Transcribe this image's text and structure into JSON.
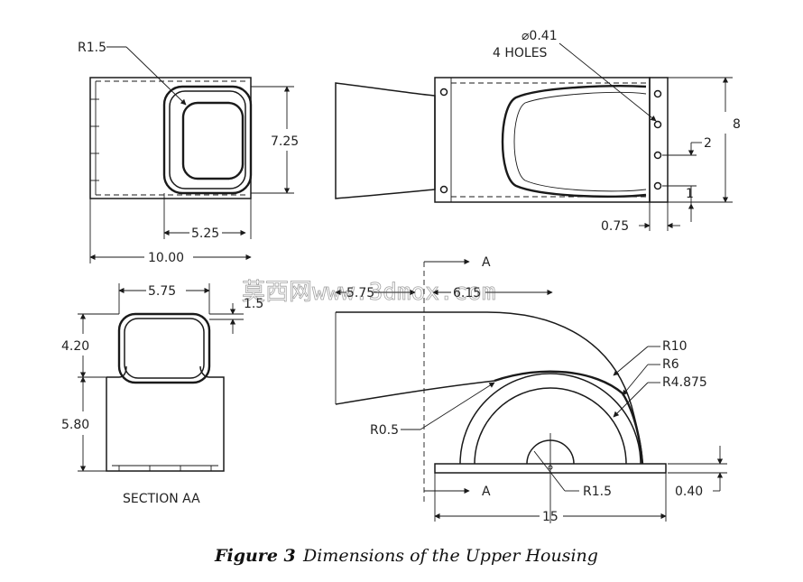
{
  "labels": {
    "r_top_left": "R1.5",
    "dim_7_25": "7.25",
    "dim_5_25": "5.25",
    "dim_10_00": "10.00",
    "hole_dia": "⌀0.41",
    "hole_count": "4 HOLES",
    "dim_8": "8",
    "dim_2": "2",
    "dim_1": "1",
    "dim_0_75": "0.75",
    "dim_5_75_left": "5.75",
    "dim_5_75_mid": "5.75",
    "dim_6_15": "6.15",
    "dim_1_5_small": "1.5",
    "dim_4_20": "4.20",
    "dim_5_80": "5.80",
    "section_title": "SECTION AA",
    "section_a_top": "A",
    "section_a_bottom": "A",
    "r10": "R10",
    "r6": "R6",
    "r4_875": "R4.875",
    "r0_5": "R0.5",
    "r1_5_bottom": "R1.5",
    "dim_0_40": "0.40",
    "dim_15": "15"
  },
  "caption": {
    "figure": "Figure 3",
    "text": "Dimensions of the Upper Housing"
  },
  "watermark": "莫西网www.3dmox.com"
}
